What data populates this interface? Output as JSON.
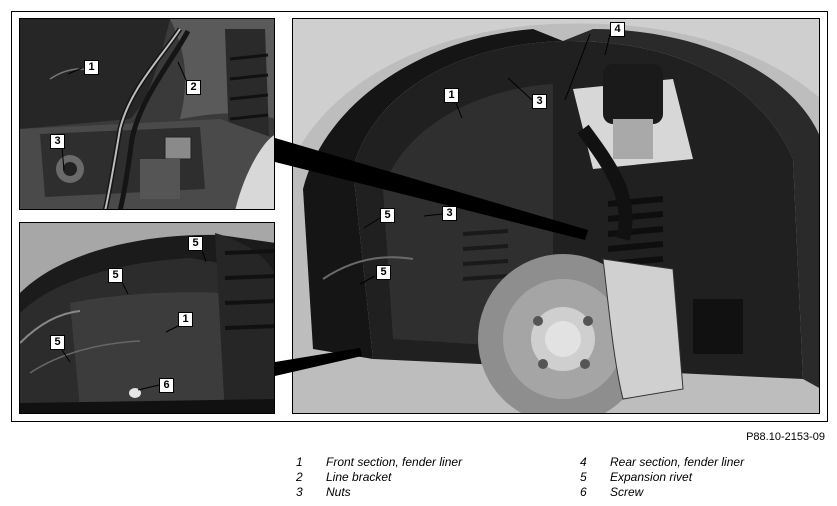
{
  "figure": {
    "code": "P88.10-2153-09"
  },
  "callouts": {
    "top_left": [
      "1",
      "2",
      "3"
    ],
    "bottom_left": [
      "5",
      "5",
      "1",
      "5",
      "6"
    ],
    "main": [
      "4",
      "3",
      "1",
      "5",
      "3",
      "5"
    ]
  },
  "legend": {
    "items": [
      {
        "number": "1",
        "text": "Front section, fender liner"
      },
      {
        "number": "2",
        "text": "Line bracket"
      },
      {
        "number": "3",
        "text": "Nuts"
      },
      {
        "number": "4",
        "text": "Rear section, fender liner"
      },
      {
        "number": "5",
        "text": "Expansion rivet"
      },
      {
        "number": "6",
        "text": "Screw"
      }
    ]
  },
  "colors": {
    "photo_background": "#b9b9b9",
    "dark_shadow": "#1e1e1e",
    "border": "#000000"
  }
}
